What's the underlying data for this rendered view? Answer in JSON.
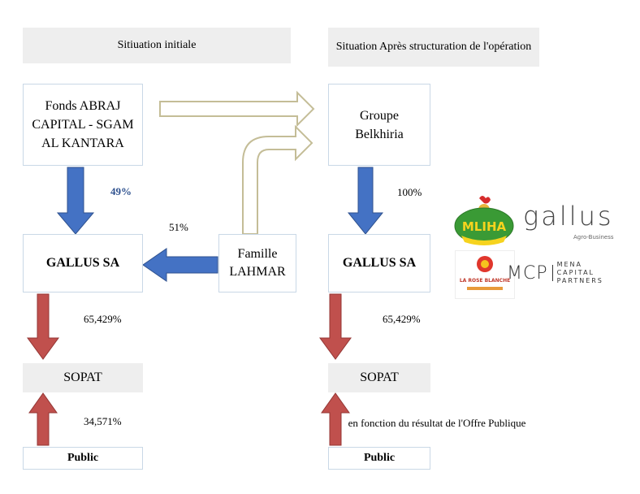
{
  "left": {
    "header": "Sitiuation initiale",
    "abraj": "Fonds ABRAJ CAPITAL - SGAM AL KANTARA",
    "abraj_pct": "49%",
    "lahmar_pct": "51%",
    "gallus": "GALLUS SA",
    "lahmar": "Famille LAHMAR",
    "gallus_pct": "65,429%",
    "sopat": "SOPAT",
    "public_pct": "34,571%",
    "public": "Public"
  },
  "right": {
    "header": "Situation  Après structuration de l'opération",
    "belkhiria": "Groupe Belkhiria",
    "belkhiria_pct": "100%",
    "gallus": "GALLUS SA",
    "gallus_pct": "65,429%",
    "sopat": "SOPAT",
    "public_note": "en fonction du résultat de l'Offre Publique",
    "public": "Public"
  },
  "logos": {
    "mliha": "MLIHA",
    "gallus": "gallus",
    "gallus_tagline": "Agro-Business",
    "rose_blanche": "LA ROSE BLANCHE",
    "mcp": "MCP",
    "mcp_line1": "MENA CAPITAL",
    "mcp_line2": "PARTNERS"
  },
  "colors": {
    "blue_arrow": "#4472c4",
    "red_arrow": "#c0504d",
    "outline_arrow": "#c4bd97",
    "header_bg": "#eeeeee",
    "mliha_green": "#3a9a35",
    "mliha_yellow": "#f6d31e"
  }
}
